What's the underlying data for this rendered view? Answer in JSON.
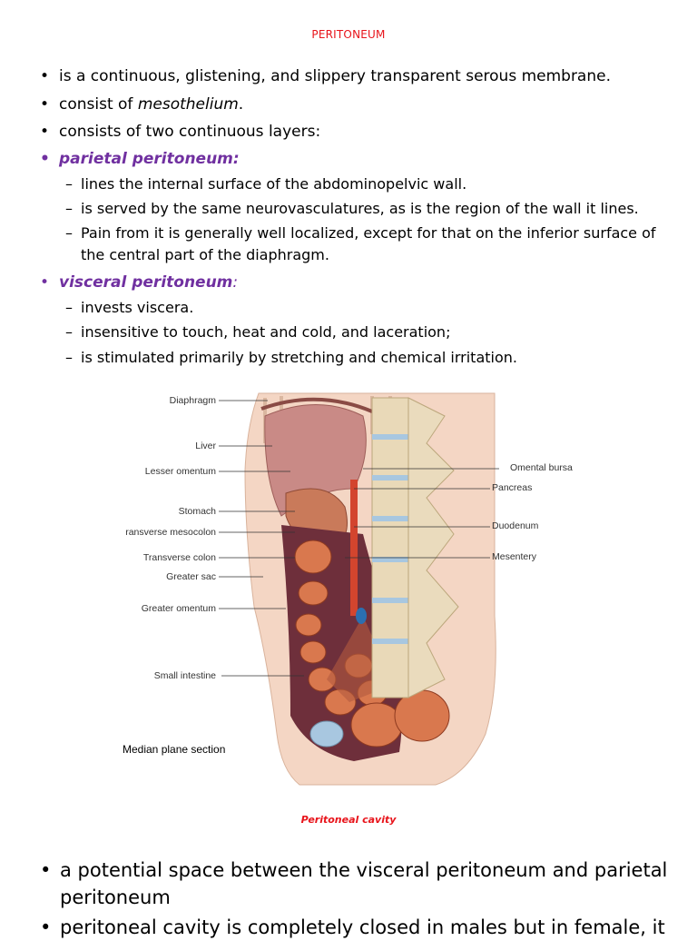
{
  "title": "PERITONEUM",
  "bullets": [
    {
      "text": "is a continuous, glistening, and slippery transparent serous membrane."
    },
    {
      "text_before": "consist of ",
      "text_italic": "mesothelium",
      "text_after": "."
    },
    {
      "text": "consists of two continuous layers:"
    }
  ],
  "parietal": {
    "heading": "parietal peritoneum:",
    "items": [
      "lines the internal surface of the abdominopelvic wall.",
      "is served by the same neurovasculatures, as is the region of the wall it lines.",
      "Pain from it is generally well localized, except for that on the inferior surface of the central part of the diaphragm."
    ]
  },
  "visceral": {
    "heading": "visceral peritoneum",
    "heading_colon": ":",
    "items": [
      "invests viscera.",
      "insensitive to touch, heat and cold, and laceration;",
      "is stimulated primarily by stretching and chemical irritation."
    ]
  },
  "figure": {
    "labels_left": [
      "Diaphragm",
      "Liver",
      "Lesser omentum",
      "Stomach",
      "ransverse mesocolon",
      "Transverse colon",
      "Greater sac",
      "Greater omentum",
      "Small intestine"
    ],
    "labels_right": [
      "Omental bursa",
      "Pancreas",
      "Duodenum",
      "Mesentery"
    ],
    "inset_label": "Median  plane section"
  },
  "caption": "Peritoneal cavity",
  "cavity_bullets": [
    "a potential space between the visceral peritoneum and parietal peritoneum",
    "peritoneal cavity is completely closed in males but in female, it"
  ],
  "colors": {
    "title": "#e8141b",
    "heading": "#7030a0"
  }
}
